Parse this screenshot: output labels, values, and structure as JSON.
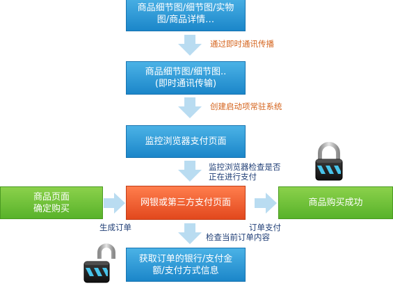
{
  "flow": {
    "step1": "商品细节图/细节图/实物\n图/商品详情…",
    "step2": "商品细节图/细节图..\n(即时通讯传输)",
    "step3": "监控浏览器支付页面",
    "step4": "网银或第三方支付页面",
    "step5": "获取订单的银行/支付金\n额/支付方式信息",
    "left_box": "商品页面\n确定购买",
    "right_box": "商品购买成功"
  },
  "labels": {
    "arrow1": "通过即时通讯传播",
    "arrow2": "创建启动项常驻系统",
    "arrow3": "监控浏览器检查是否\n正在进行支付",
    "create_order": "生成订单",
    "order_pay": "订单支付",
    "check_order": "检查当前订单内容"
  },
  "colors": {
    "blue_box": "#2e9bd8",
    "red_box": "#f0582b",
    "green_box": "#6cc13a",
    "arrow": "#b9dcf1",
    "label_orange": "#d4631c",
    "label_navy": "#1e3d75"
  }
}
